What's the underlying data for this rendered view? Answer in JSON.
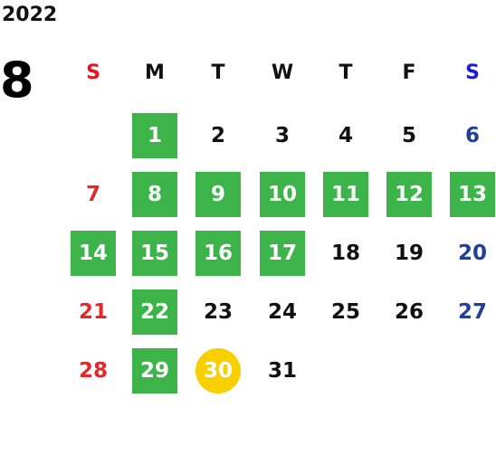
{
  "header": {
    "year": "2022",
    "month": "8"
  },
  "weekdays": [
    {
      "label": "S",
      "color": "#e8141b"
    },
    {
      "label": "M",
      "color": "#111111"
    },
    {
      "label": "T",
      "color": "#111111"
    },
    {
      "label": "W",
      "color": "#111111"
    },
    {
      "label": "T",
      "color": "#111111"
    },
    {
      "label": "F",
      "color": "#111111"
    },
    {
      "label": "S",
      "color": "#1a1adb"
    }
  ],
  "days": [
    {
      "label": "1",
      "style": "green"
    },
    {
      "label": "2",
      "style": "plain"
    },
    {
      "label": "3",
      "style": "plain"
    },
    {
      "label": "4",
      "style": "plain"
    },
    {
      "label": "5",
      "style": "plain"
    },
    {
      "label": "6",
      "style": "plain"
    },
    {
      "label": "7",
      "style": "plain"
    },
    {
      "label": "8",
      "style": "green"
    },
    {
      "label": "9",
      "style": "green"
    },
    {
      "label": "10",
      "style": "green"
    },
    {
      "label": "11",
      "style": "green"
    },
    {
      "label": "12",
      "style": "green"
    },
    {
      "label": "13",
      "style": "green"
    },
    {
      "label": "14",
      "style": "green"
    },
    {
      "label": "15",
      "style": "green"
    },
    {
      "label": "16",
      "style": "green"
    },
    {
      "label": "17",
      "style": "green"
    },
    {
      "label": "18",
      "style": "plain"
    },
    {
      "label": "19",
      "style": "plain"
    },
    {
      "label": "20",
      "style": "plain"
    },
    {
      "label": "21",
      "style": "plain"
    },
    {
      "label": "22",
      "style": "green"
    },
    {
      "label": "23",
      "style": "plain"
    },
    {
      "label": "24",
      "style": "plain"
    },
    {
      "label": "25",
      "style": "plain"
    },
    {
      "label": "26",
      "style": "plain"
    },
    {
      "label": "27",
      "style": "plain"
    },
    {
      "label": "28",
      "style": "plain"
    },
    {
      "label": "29",
      "style": "green"
    },
    {
      "label": "30",
      "style": "yellow"
    },
    {
      "label": "31",
      "style": "plain"
    }
  ],
  "colors": {
    "highlight_green": "#3cb44a",
    "today_yellow": "#f8d000",
    "sunday": "#e02a2a",
    "saturday": "#223f9a"
  }
}
